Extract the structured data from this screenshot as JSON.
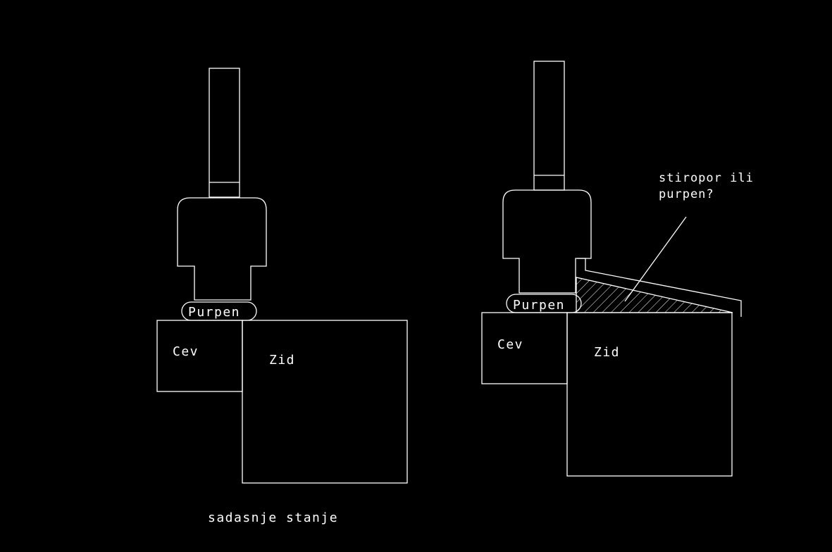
{
  "left": {
    "pipe_label": "Cev",
    "wall_label": "Zid",
    "foam_label": "Purpen",
    "caption": "sadasnje stanje"
  },
  "right": {
    "pipe_label": "Cev",
    "wall_label": "Zid",
    "foam_label": "Purpen",
    "note_line1": "stiropor ili",
    "note_line2": "purpen?"
  },
  "colors": {
    "background": "#000000",
    "lines": "#ffffff"
  }
}
